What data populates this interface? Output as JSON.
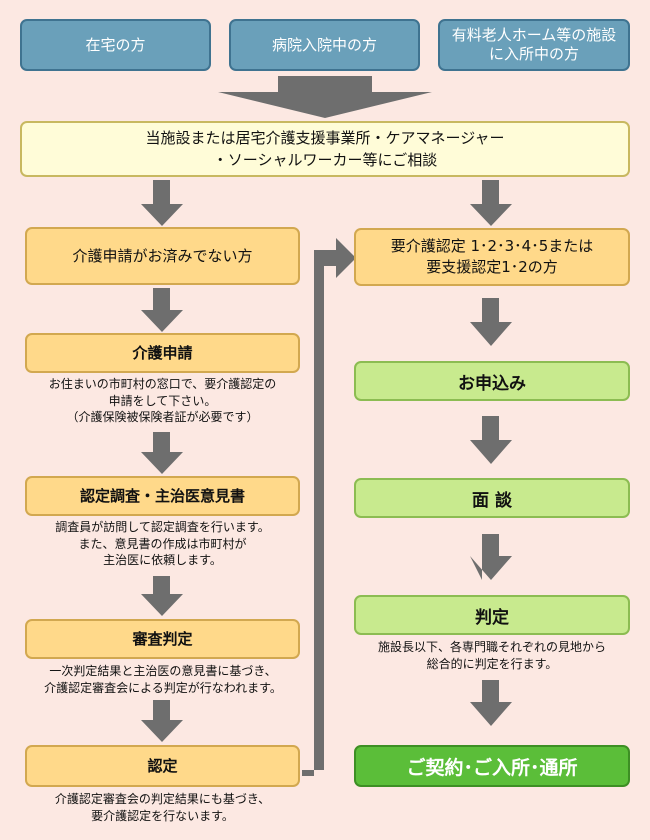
{
  "top_boxes": [
    "在宅の方",
    "病院入院中の方",
    "有料老人ホーム等の施設に入所中の方"
  ],
  "consult": {
    "line1": "当施設または居宅介護支援事業所・ケアマネージャー",
    "line2": "・ソーシャルワーカー等にご相談"
  },
  "left": {
    "not_applied": "介護申請がお済みでない方",
    "apply": {
      "title": "介護申請",
      "note1": "お住まいの市町村の窓口で、要介護認定の",
      "note2": "申請をして下さい。",
      "note3": "（介護保険被保険者証が必要です）"
    },
    "survey": {
      "title": "認定調査・主治医意見書",
      "note1": "調査員が訪問して認定調査を行います。",
      "note2": "また、意見書の作成は市町村が",
      "note3": "主治医に依頼します。"
    },
    "review": {
      "title": "審査判定",
      "note1": "一次判定結果と主治医の意見書に基づき、",
      "note2": "介護認定審査会による判定が行なわれます。"
    },
    "certify": {
      "title": "認定",
      "note1": "介護認定審査会の判定結果にも基づき、",
      "note2": "要介護認定を行ないます。"
    }
  },
  "right": {
    "certified": {
      "line1": "要介護認定 1･2･3･4･5または",
      "line2": "要支援認定1･2の方"
    },
    "apply": "お申込み",
    "interview": "面 談",
    "judge": {
      "title": "判定",
      "note1": "施設長以下、各専門職それぞれの見地から",
      "note2": "総合的に判定を行ます。"
    },
    "contract": "ご契約･ご入所･通所"
  },
  "colors": {
    "top_box": "#6aa0ba",
    "consult": "#fffcd8",
    "orange": "#ffd98a",
    "green": "#c8ea8e",
    "dark_green": "#5bbe39",
    "arrow": "#6e6e6e"
  }
}
